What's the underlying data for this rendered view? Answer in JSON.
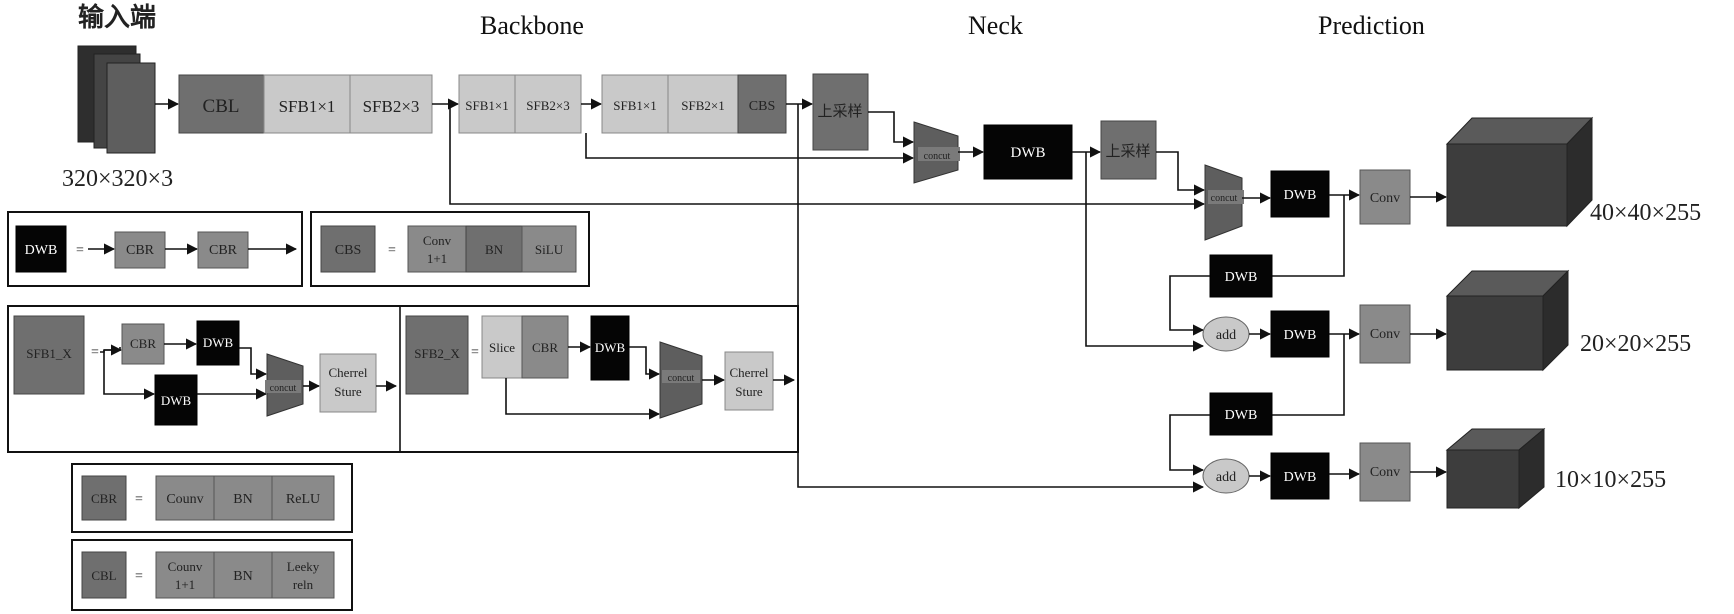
{
  "headers": {
    "input": "输入端",
    "backbone": "Backbone",
    "neck": "Neck",
    "prediction": "Prediction"
  },
  "input": {
    "size": "320×320×3"
  },
  "backbone": {
    "cbl": "CBL",
    "sfb1": "SFB1×1",
    "sfb2x3": "SFB2×3",
    "g2_sfb1": "SFB1×1",
    "g2_sfb2x3": "SFB2×3",
    "g3_sfb1": "SFB1×1",
    "g3_sfb2x1": "SFB2×1",
    "g3_cbs": "CBS",
    "upsample": "上采样"
  },
  "neck": {
    "concat1": "concut",
    "dwb1": "DWB",
    "upsample2": "上采样",
    "concat2": "concut",
    "dwb2": "DWB",
    "dwb3": "DWB",
    "add1": "add",
    "dwb4": "DWB",
    "dwb5": "DWB",
    "add2": "add",
    "dwb6": "DWB"
  },
  "prediction": {
    "conv1": "Conv",
    "conv2": "Conv",
    "conv3": "Conv",
    "out1": "40×40×255",
    "out2": "20×20×255",
    "out3": "10×10×255"
  },
  "legend": {
    "dwb": {
      "name": "DWB",
      "eq": "=",
      "cbr1": "CBR",
      "cbr2": "CBR"
    },
    "cbs": {
      "name": "CBS",
      "eq": "=",
      "conv_l1": "Conv",
      "conv_l2": "1+1",
      "bn": "BN",
      "silu": "SiLU"
    },
    "sfb1": {
      "name": "SFB1_X",
      "eq": "=",
      "cbr": "CBR",
      "dwb_top": "DWB",
      "dwb_bottom": "DWB",
      "concat": "concut",
      "cs_l1": "Cherrel",
      "cs_l2": "Sture"
    },
    "sfb2": {
      "name": "SFB2_X",
      "eq": "=",
      "slice": "Slice",
      "cbr": "CBR",
      "dwb": "DWB",
      "concat": "concut",
      "cs_l1": "Cherrel",
      "cs_l2": "Sture"
    },
    "cbr": {
      "name": "CBR",
      "eq": "=",
      "conv": "Counv",
      "bn": "BN",
      "relu": "ReLU"
    },
    "cbl": {
      "name": "CBL",
      "eq": "=",
      "conv_l1": "Counv",
      "conv_l2": "1+1",
      "bn": "BN",
      "act_l1": "Leeky",
      "act_l2": "reln"
    }
  },
  "colors": {
    "dark": "#6f6f6f",
    "mid": "#8a8a8a",
    "light": "#c9c9c9",
    "black": "#050505",
    "cube_front": "#3d3d3d",
    "cube_top": "#5a5a5a",
    "cube_side": "#2c2c2c"
  }
}
